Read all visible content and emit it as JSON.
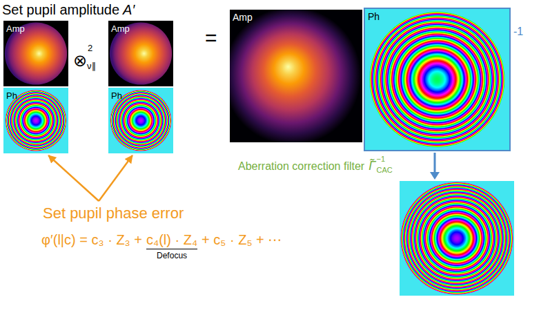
{
  "diagram": {
    "nodes": [
      {
        "text": [
          "Amp"
        ]
      },
      {
        "text": [
          "Ph"
        ]
      },
      {
        "text": [
          "Amp"
        ]
      },
      {
        "text": [
          "Ph"
        ]
      },
      {
        "text": [
          "Amp"
        ]
      },
      {
        "text": [
          "Ph",
          "-1"
        ]
      },
      {
        "text": [
          "Set pupil phase error"
        ]
      }
    ],
    "edges": [
      {
        "from": 6,
        "to": 1,
        "arrow": "to"
      },
      {
        "from": 6,
        "to": 3,
        "arrow": "to"
      }
    ],
    "labels": [
      "Set pupil amplitude",
      "A′",
      "⊗",
      "2",
      "ν∥",
      "=",
      "Aberration correction filter",
      "Γ̃",
      "−1",
      "CAC",
      "φ′(l|c) = c₃ · Z₃ +",
      "c₄(l) · Z₄",
      "+ c₅ · Z₅ + ⋯",
      "Defocus"
    ]
  }
}
